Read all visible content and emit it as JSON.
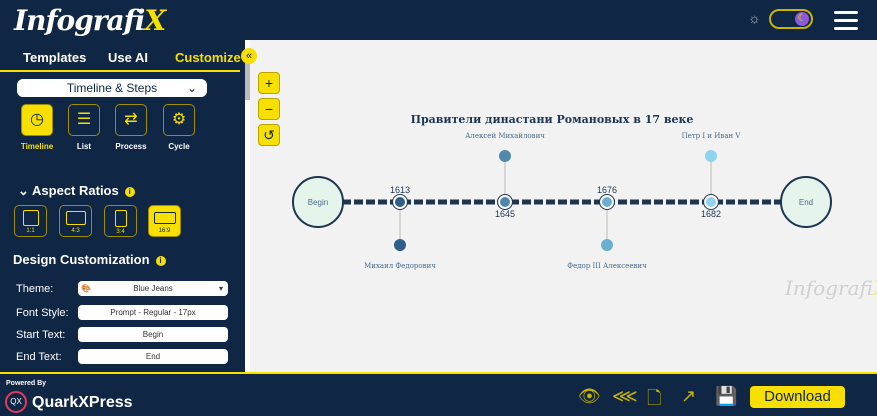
{
  "header": {
    "logo": "Infografi",
    "logo_x": "X"
  },
  "sidebar": {
    "tabs": [
      "Templates",
      "Use AI",
      "Customize"
    ],
    "category": "Timeline & Steps",
    "types": [
      "Timeline",
      "List",
      "Process",
      "Cycle"
    ],
    "aspect_title": "Aspect Ratios",
    "aspect_ratios": [
      "1:1",
      "4:3",
      "3:4",
      "16:9"
    ],
    "design_title": "Design Customization",
    "fields": [
      {
        "label": "Theme:",
        "value": "Blue Jeans"
      },
      {
        "label": "Font Style:",
        "value": "Prompt - Regular - 17px"
      },
      {
        "label": "Start Text:",
        "value": "Begin"
      },
      {
        "label": "End Text:",
        "value": "End"
      }
    ]
  },
  "canvas": {
    "zoom": [
      "+",
      "−",
      "↺"
    ],
    "title": "Правители династани Романовых в 17 веке",
    "start": "Begin",
    "end": "End",
    "events": [
      {
        "year": "1613",
        "name": "Михаил Федорович",
        "color": "#2e5f8a"
      },
      {
        "year": "1645",
        "name": "Алексей Михайлович",
        "color": "#4f87ad"
      },
      {
        "year": "1676",
        "name": "Федор III Алексеевич",
        "color": "#6aaed0"
      },
      {
        "year": "1682",
        "name": "Петр I и Иван V",
        "color": "#8fd3ee"
      }
    ],
    "watermark": "Infografi",
    "watermark_x": "X"
  },
  "footer": {
    "powered": "Powered By",
    "brand": "QuarkXPress",
    "qx": "QX",
    "download": "Download"
  }
}
